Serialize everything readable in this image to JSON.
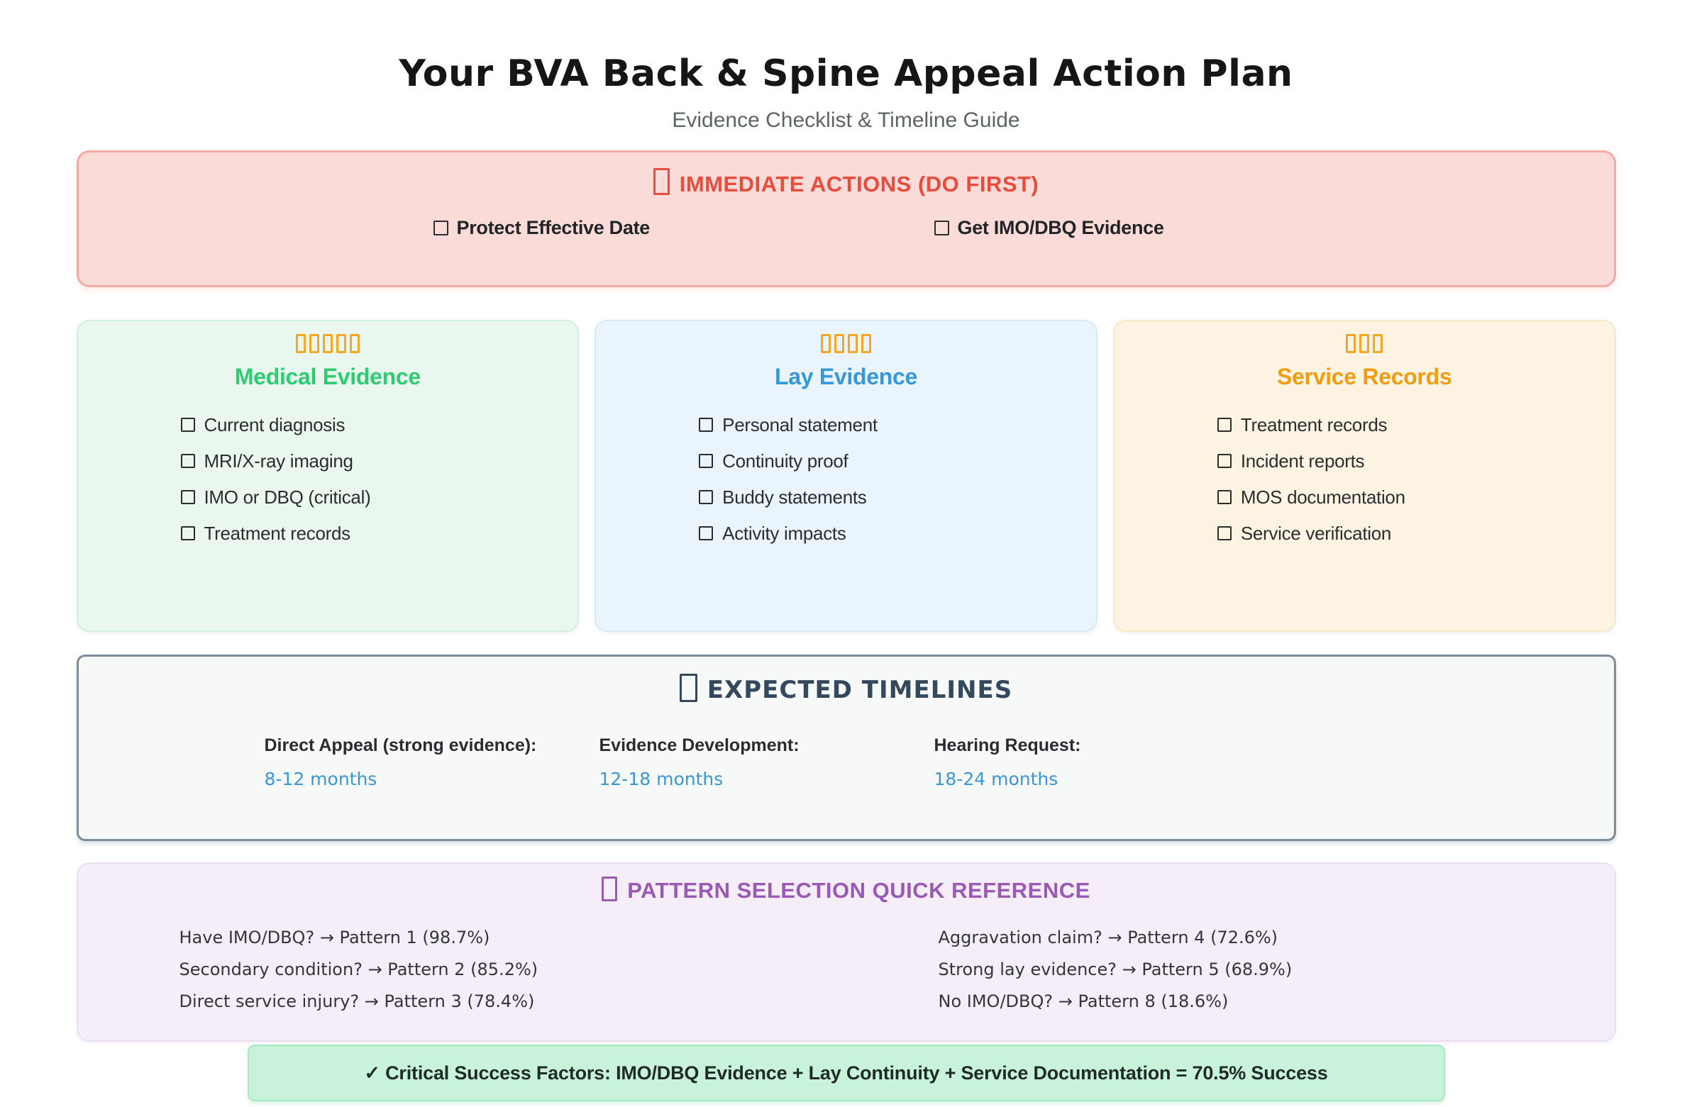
{
  "page": {
    "title": "Your BVA Back & Spine Appeal Action Plan",
    "subtitle": "Evidence Checklist & Timeline Guide"
  },
  "immediate_actions": {
    "title": "IMMEDIATE ACTIONS (DO FIRST)",
    "title_color": "#e74c3c",
    "items": [
      {
        "label": "Protect Effective Date",
        "checked": false
      },
      {
        "label": "Get IMO/DBQ Evidence",
        "checked": false
      }
    ]
  },
  "evidence_cards": [
    {
      "title": "Medical Evidence",
      "accent_color": "#2ecc71",
      "background_color": "#e9f7ef",
      "icon": "missing-emoji-glyph-boxes",
      "icon_count": 5,
      "items": [
        {
          "label": "Current diagnosis",
          "checked": false
        },
        {
          "label": "MRI/X-ray imaging",
          "checked": false
        },
        {
          "label": "IMO or DBQ (critical)",
          "checked": false
        },
        {
          "label": "Treatment records",
          "checked": false
        }
      ]
    },
    {
      "title": "Lay Evidence",
      "accent_color": "#3498db",
      "background_color": "#eaf4fc",
      "icon": "missing-emoji-glyph-boxes",
      "icon_count": 4,
      "items": [
        {
          "label": "Personal statement",
          "checked": false
        },
        {
          "label": "Continuity proof",
          "checked": false
        },
        {
          "label": "Buddy statements",
          "checked": false
        },
        {
          "label": "Activity impacts",
          "checked": false
        }
      ]
    },
    {
      "title": "Service Records",
      "accent_color": "#f39c12",
      "background_color": "#fdf3e3",
      "icon": "missing-emoji-glyph-boxes",
      "icon_count": 3,
      "items": [
        {
          "label": "Treatment records",
          "checked": false
        },
        {
          "label": "Incident reports",
          "checked": false
        },
        {
          "label": "MOS documentation",
          "checked": false
        },
        {
          "label": "Service verification",
          "checked": false
        }
      ]
    }
  ],
  "timelines": {
    "title": "EXPECTED TIMELINES",
    "title_color": "#34495e",
    "value_color": "#3b97d3",
    "columns": [
      {
        "label": "Direct Appeal (strong evidence):",
        "value": "8-12 months"
      },
      {
        "label": "Evidence Development:",
        "value": "12-18 months"
      },
      {
        "label": "Hearing Request:",
        "value": "18-24 months"
      }
    ]
  },
  "pattern_reference": {
    "title": "PATTERN SELECTION QUICK REFERENCE",
    "title_color": "#9b59b6",
    "left_items": [
      "Have IMO/DBQ? → Pattern 1 (98.7%)",
      "Secondary condition? → Pattern 2 (85.2%)",
      "Direct service injury? → Pattern 3 (78.4%)"
    ],
    "right_items": [
      "Aggravation claim? → Pattern 4 (72.6%)",
      "Strong lay evidence? → Pattern 5 (68.9%)",
      "No IMO/DBQ? → Pattern 8 (18.6%)"
    ]
  },
  "success_banner": {
    "text": "✓ Critical Success Factors: IMO/DBQ Evidence + Lay Continuity + Service Documentation = 70.5% Success",
    "background_color": "#c8f2d9"
  }
}
